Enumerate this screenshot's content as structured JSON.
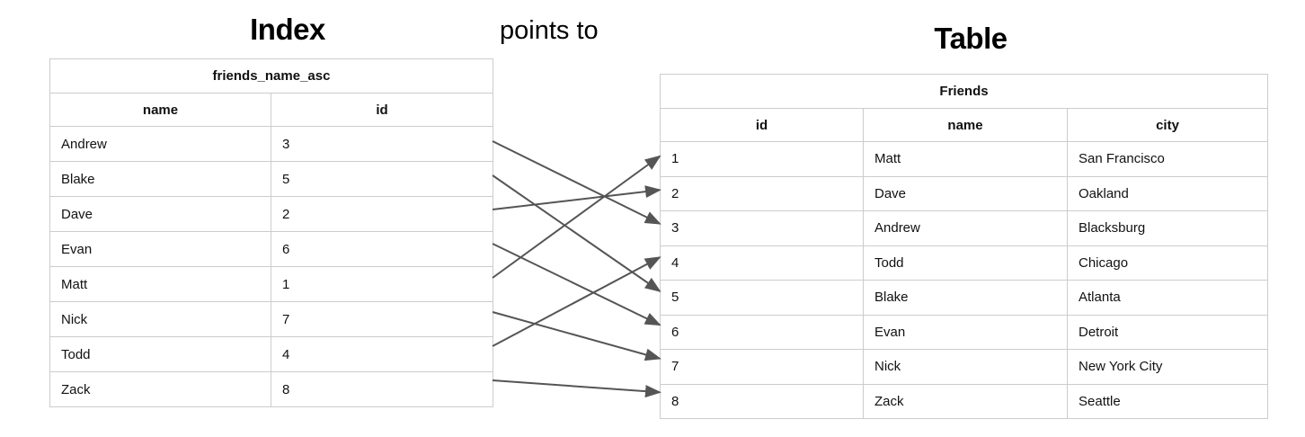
{
  "titles": {
    "index": "Index",
    "table": "Table",
    "middle_label": "points to"
  },
  "index_table": {
    "name": "friends_name_asc",
    "columns": [
      "name",
      "id"
    ],
    "rows": [
      {
        "name": "Andrew",
        "id": "3"
      },
      {
        "name": "Blake",
        "id": "5"
      },
      {
        "name": "Dave",
        "id": "2"
      },
      {
        "name": "Evan",
        "id": "6"
      },
      {
        "name": "Matt",
        "id": "1"
      },
      {
        "name": "Nick",
        "id": "7"
      },
      {
        "name": "Todd",
        "id": "4"
      },
      {
        "name": "Zack",
        "id": "8"
      }
    ]
  },
  "friends_table": {
    "name": "Friends",
    "columns": [
      "id",
      "name",
      "city"
    ],
    "rows": [
      {
        "id": "1",
        "name": "Matt",
        "city": "San Francisco"
      },
      {
        "id": "2",
        "name": "Dave",
        "city": "Oakland"
      },
      {
        "id": "3",
        "name": "Andrew",
        "city": "Blacksburg"
      },
      {
        "id": "4",
        "name": "Todd",
        "city": "Chicago"
      },
      {
        "id": "5",
        "name": "Blake",
        "city": "Atlanta"
      },
      {
        "id": "6",
        "name": "Evan",
        "city": "Detroit"
      },
      {
        "id": "7",
        "name": "Nick",
        "city": "New York City"
      },
      {
        "id": "8",
        "name": "Zack",
        "city": "Seattle"
      }
    ]
  },
  "connections": [
    {
      "from_index_row": 0,
      "from_name": "Andrew",
      "to_table_id": "3"
    },
    {
      "from_index_row": 1,
      "from_name": "Blake",
      "to_table_id": "5"
    },
    {
      "from_index_row": 2,
      "from_name": "Dave",
      "to_table_id": "2"
    },
    {
      "from_index_row": 3,
      "from_name": "Evan",
      "to_table_id": "6"
    },
    {
      "from_index_row": 4,
      "from_name": "Matt",
      "to_table_id": "1"
    },
    {
      "from_index_row": 5,
      "from_name": "Nick",
      "to_table_id": "7"
    },
    {
      "from_index_row": 6,
      "from_name": "Todd",
      "to_table_id": "4"
    },
    {
      "from_index_row": 7,
      "from_name": "Zack",
      "to_table_id": "8"
    }
  ],
  "colors": {
    "border": "#cccccc",
    "arrow": "#555555",
    "text": "#111111",
    "background": "#ffffff"
  }
}
